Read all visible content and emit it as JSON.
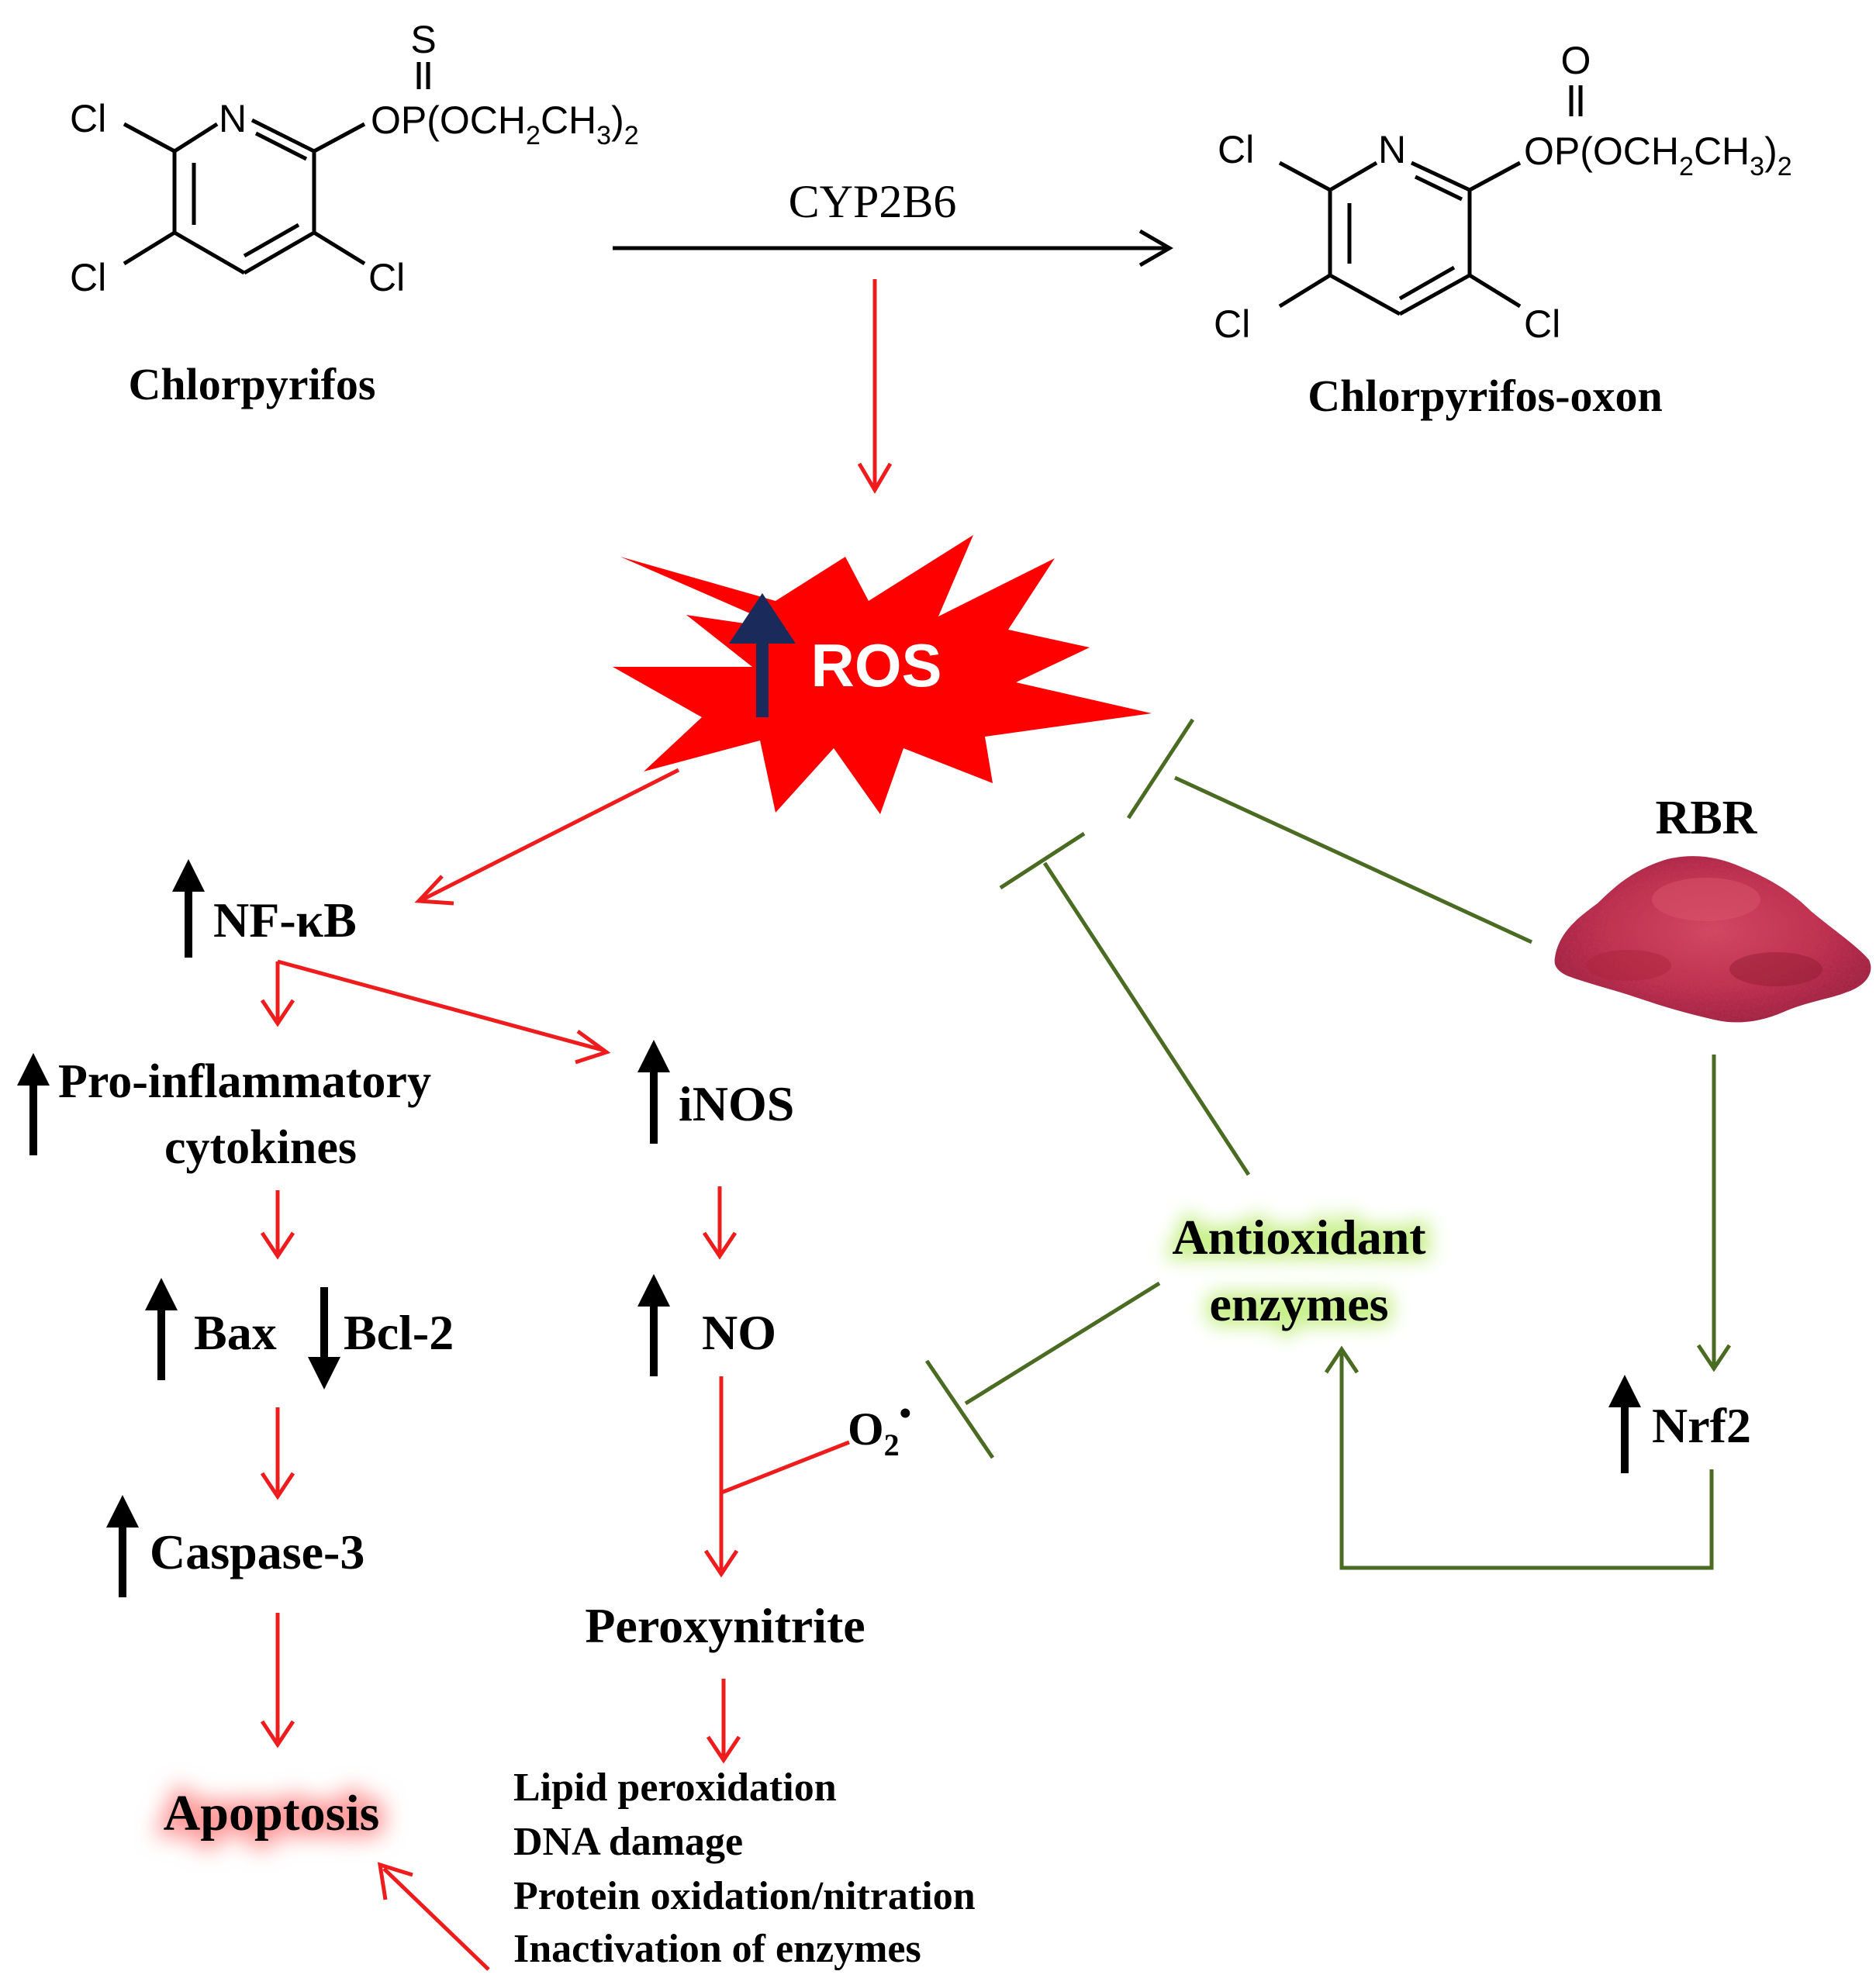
{
  "colors": {
    "black": "#000000",
    "red": "#ee1c1c",
    "green": "#4a6b22",
    "ros_star": "#ff0000",
    "ros_arrow": "#1a2a5a",
    "rbr_powder": "#c2304a",
    "apoptosis_glow": "#ff9a9a",
    "antioxidant_glow": "#c8f08a"
  },
  "molecules": {
    "chlorpyrifos": {
      "name": "Chlorpyrifos",
      "substituent": "OP(OCH2CH3)2",
      "double_bond_atom": "S",
      "ring_atom": "N",
      "chlorine": "Cl"
    },
    "oxon": {
      "name": "Chlorpyrifos-oxon",
      "substituent": "OP(OCH2CH3)2",
      "double_bond_atom": "O",
      "ring_atom": "N",
      "chlorine": "Cl"
    }
  },
  "enzyme": "CYP2B6",
  "ros": {
    "label": "ROS",
    "arrow_icon": "up-arrow-icon"
  },
  "rbr": {
    "label": "RBR",
    "image": "red-powder-pile"
  },
  "nodes": {
    "nfkb": "NF-κB",
    "cytokines_line1": "Pro-inflammatory",
    "cytokines_line2": "cytokines",
    "inos": "iNOS",
    "bax": "Bax",
    "bcl2": "Bcl-2",
    "no": "NO",
    "caspase": "Caspase-3",
    "peroxynitrite": "Peroxynitrite",
    "superoxide": "O2•",
    "apoptosis": "Apoptosis",
    "antioxidant_line1": "Antioxidant",
    "antioxidant_line2": "enzymes",
    "nrf2": "Nrf2"
  },
  "effects": [
    "Lipid peroxidation",
    "DNA damage",
    "Protein oxidation/nitration",
    "Inactivation of enzymes"
  ]
}
